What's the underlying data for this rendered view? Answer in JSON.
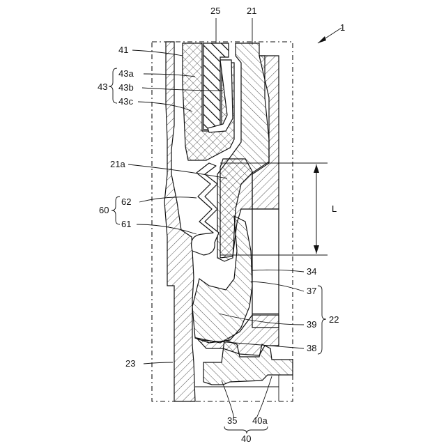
{
  "figure": {
    "assembly_ref": "1",
    "labels": {
      "l25": "25",
      "l21": "21",
      "l41": "41",
      "l43": "43",
      "l43a": "43a",
      "l43b": "43b",
      "l43c": "43c",
      "l21a": "21a",
      "lL": "L",
      "l60": "60",
      "l62": "62",
      "l61": "61",
      "l34": "34",
      "l37": "37",
      "l22": "22",
      "l39": "39",
      "l38": "38",
      "l23": "23",
      "l35": "35",
      "l40a": "40a",
      "l40": "40"
    }
  }
}
